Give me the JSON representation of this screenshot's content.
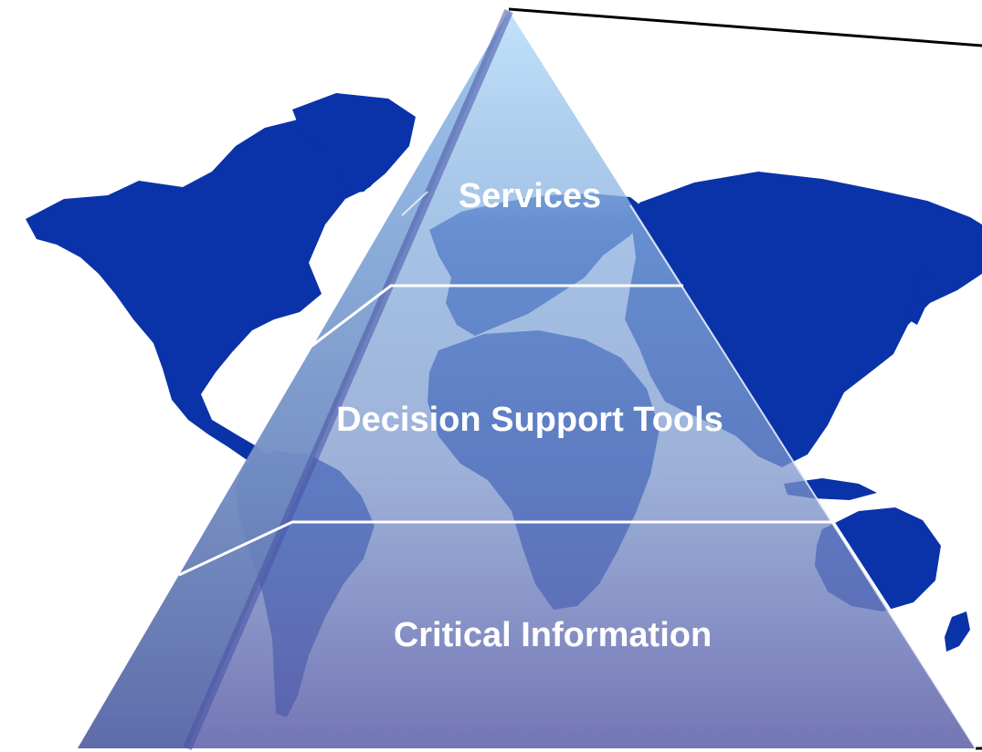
{
  "diagram": {
    "type": "pyramid",
    "background": "world-map",
    "tiers": [
      {
        "label": "Services"
      },
      {
        "label": "Decision Support Tools"
      },
      {
        "label": "Critical Information"
      }
    ]
  },
  "colors": {
    "map_land": "#0A33AA",
    "pyramid_top": "#BFE1FB",
    "pyramid_bottom": "#6466AC",
    "divider": "#FFFFFF",
    "outline": "#000000",
    "label": "#FFFFFF"
  }
}
